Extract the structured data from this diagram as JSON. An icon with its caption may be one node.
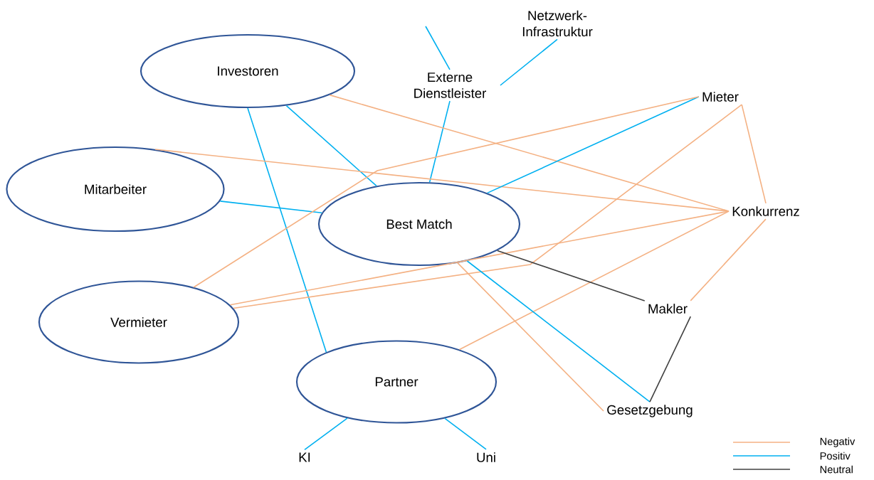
{
  "diagram": {
    "nodes": [
      {
        "text": [
          "Investoren"
        ]
      },
      {
        "text": [
          "Mitarbeiter"
        ]
      },
      {
        "text": [
          "Best Match"
        ]
      },
      {
        "text": [
          "Vermieter"
        ]
      },
      {
        "text": [
          "Partner"
        ]
      },
      {
        "text": [
          "Externe Dienstleister"
        ]
      },
      {
        "text": [
          "Netzwerk-Infrastruktur"
        ]
      },
      {
        "text": [
          "Mieter"
        ]
      },
      {
        "text": [
          "Konkurrenz"
        ]
      },
      {
        "text": [
          "Makler"
        ]
      },
      {
        "text": [
          "Gesetzgebung"
        ]
      },
      {
        "text": [
          "KI"
        ]
      },
      {
        "text": [
          "Uni"
        ]
      }
    ],
    "edges": [
      {
        "from": null,
        "to": 5,
        "arrow": "none"
      },
      {
        "from": 5,
        "to": 6,
        "arrow": "none"
      },
      {
        "from": 5,
        "to": 2,
        "arrow": "none"
      },
      {
        "from": 0,
        "to": 2,
        "arrow": "none"
      },
      {
        "from": 0,
        "to": 4,
        "arrow": "none"
      },
      {
        "from": 0,
        "to": 8,
        "arrow": "none",
        "color": "#f4b183"
      },
      {
        "from": 1,
        "to": 8,
        "arrow": "none",
        "color": "#f4b183"
      },
      {
        "from": 1,
        "to": 2,
        "arrow": "none"
      },
      {
        "from": 2,
        "to": 7,
        "arrow": "none"
      },
      {
        "from": 3,
        "to": 7,
        "arrow": "none",
        "color": "#f4b183"
      },
      {
        "from": 3,
        "to": 7,
        "arrow": "none",
        "color": "#f4b183"
      },
      {
        "from": 3,
        "to": 8,
        "arrow": "none",
        "color": "#f4b183"
      },
      {
        "from": 4,
        "to": 8,
        "arrow": "none",
        "color": "#f4b183"
      },
      {
        "from": 2,
        "to": 10,
        "arrow": "none",
        "color": "#f4b183"
      },
      {
        "from": 2,
        "to": 9,
        "arrow": "none",
        "color": "#404040"
      },
      {
        "from": 2,
        "to": 10,
        "arrow": "none"
      },
      {
        "from": 9,
        "to": 10,
        "arrow": "none",
        "color": "#404040"
      },
      {
        "from": 7,
        "to": 8,
        "arrow": "none",
        "color": "#f4b183"
      },
      {
        "from": 9,
        "to": 8,
        "arrow": "none",
        "color": "#f4b183"
      },
      {
        "from": 4,
        "to": 11,
        "arrow": "none"
      },
      {
        "from": 4,
        "to": 12,
        "arrow": "none"
      }
    ],
    "legend": [
      {
        "text": "Negativ"
      },
      {
        "text": "Positiv"
      },
      {
        "text": "Neutral"
      }
    ]
  }
}
